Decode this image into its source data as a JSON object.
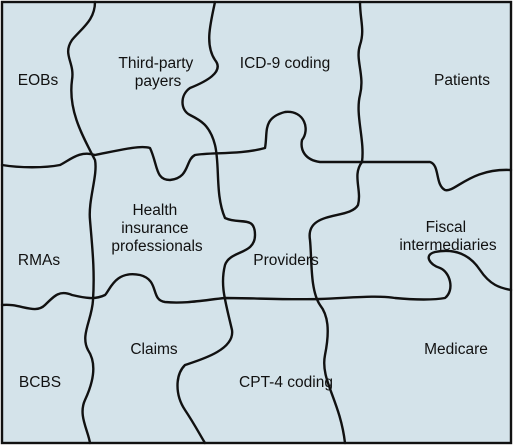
{
  "pieces": {
    "eobs": "EOBs",
    "third_party": [
      "Third-party",
      "payers"
    ],
    "icd9": "ICD-9 coding",
    "patients": "Patients",
    "rmas": "RMAs",
    "health_insurance": [
      "Health",
      "insurance",
      "professionals"
    ],
    "providers": "Providers",
    "fiscal": [
      "Fiscal",
      "intermediaries"
    ],
    "bcbs": "BCBS",
    "claims": "Claims",
    "cpt4": "CPT-4 coding",
    "medicare": "Medicare"
  },
  "colors": {
    "piece_fill": "#d4e3ea",
    "outline": "#111111"
  }
}
